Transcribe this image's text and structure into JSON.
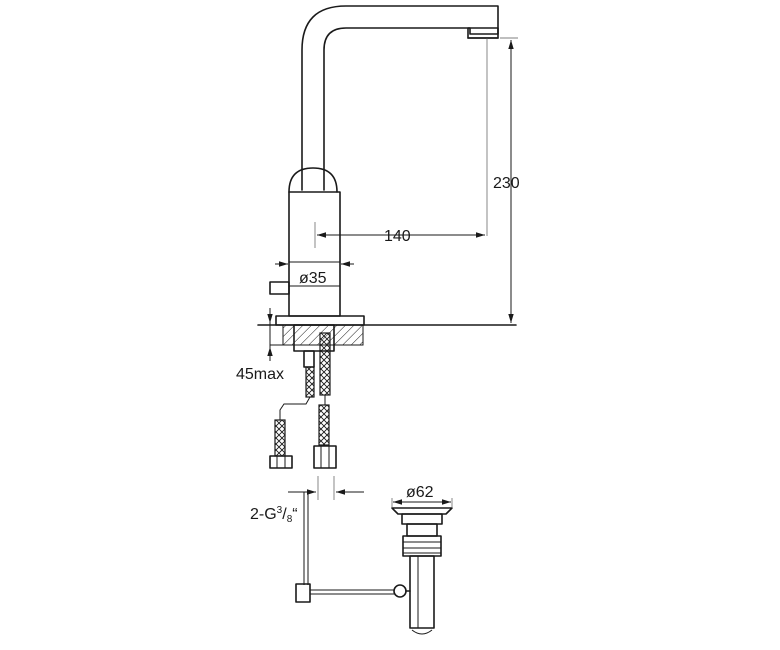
{
  "dimensions": {
    "height": "230",
    "reach": "140",
    "diameter_body": "ø35",
    "deck_thickness": "45max",
    "connection_prefix": "2-G",
    "connection_num": "3",
    "connection_den": "8",
    "connection_suffix": "“",
    "diameter_waste": "ø62"
  }
}
